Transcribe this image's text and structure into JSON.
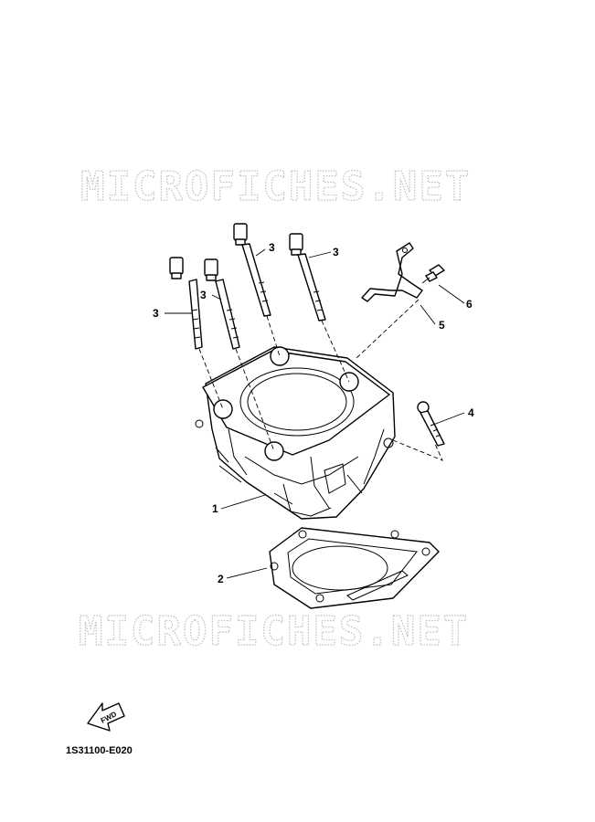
{
  "watermarks": [
    "MICROFICHES.NET",
    "MICROFICHES.NET"
  ],
  "callouts": [
    "1",
    "2",
    "3",
    "3",
    "3",
    "3",
    "4",
    "5",
    "6"
  ],
  "fwd_label": "FWD",
  "diagram_code": "1S31100-E020",
  "icons": [
    "fwd-arrow-icon"
  ]
}
